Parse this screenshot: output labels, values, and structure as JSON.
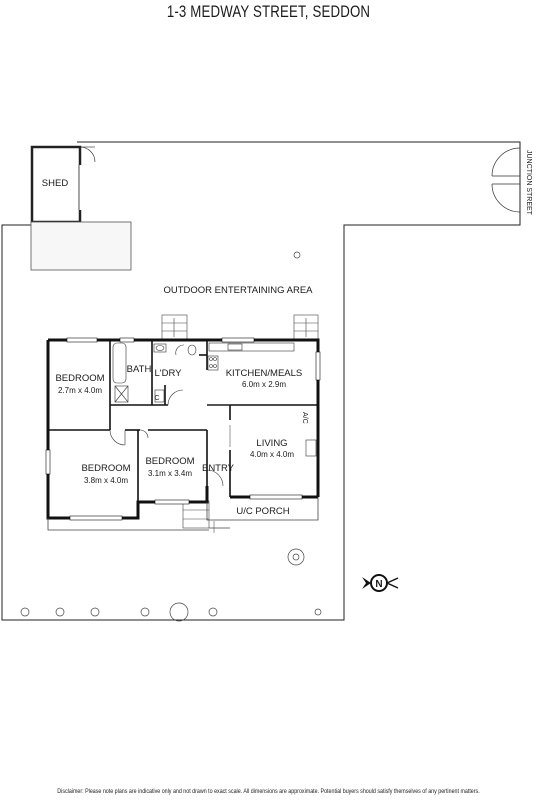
{
  "title": "1-3 MEDWAY STREET, SEDDON",
  "street_label": "JUNCTION STREET",
  "rooms": {
    "shed": "SHED",
    "outdoor": "OUTDOOR ENTERTAINING AREA",
    "bedroom1": {
      "name": "BEDROOM",
      "dim": "2.7m x 4.0m"
    },
    "bath": "BATH",
    "laundry": "L'DRY",
    "kitchen": {
      "name": "KITCHEN/MEALS",
      "dim": "6.0m x 2.9m"
    },
    "living": {
      "name": "LIVING",
      "dim": "4.0m x 4.0m"
    },
    "bedroom2": {
      "name": "BEDROOM",
      "dim": "3.8m x 4.0m"
    },
    "bedroom3": {
      "name": "BEDROOM",
      "dim": "3.1m x 3.4m"
    },
    "entry": "ENTRY",
    "porch": "U/C PORCH",
    "cupboard": "C",
    "ac": "A/C"
  },
  "compass": "N",
  "disclaimer": "Disclaimer: Please note plans are indicative only and not drawn to exact scale. All dimensions are approximate. Potential buyers should satisfy themselves of any pertinent matters."
}
